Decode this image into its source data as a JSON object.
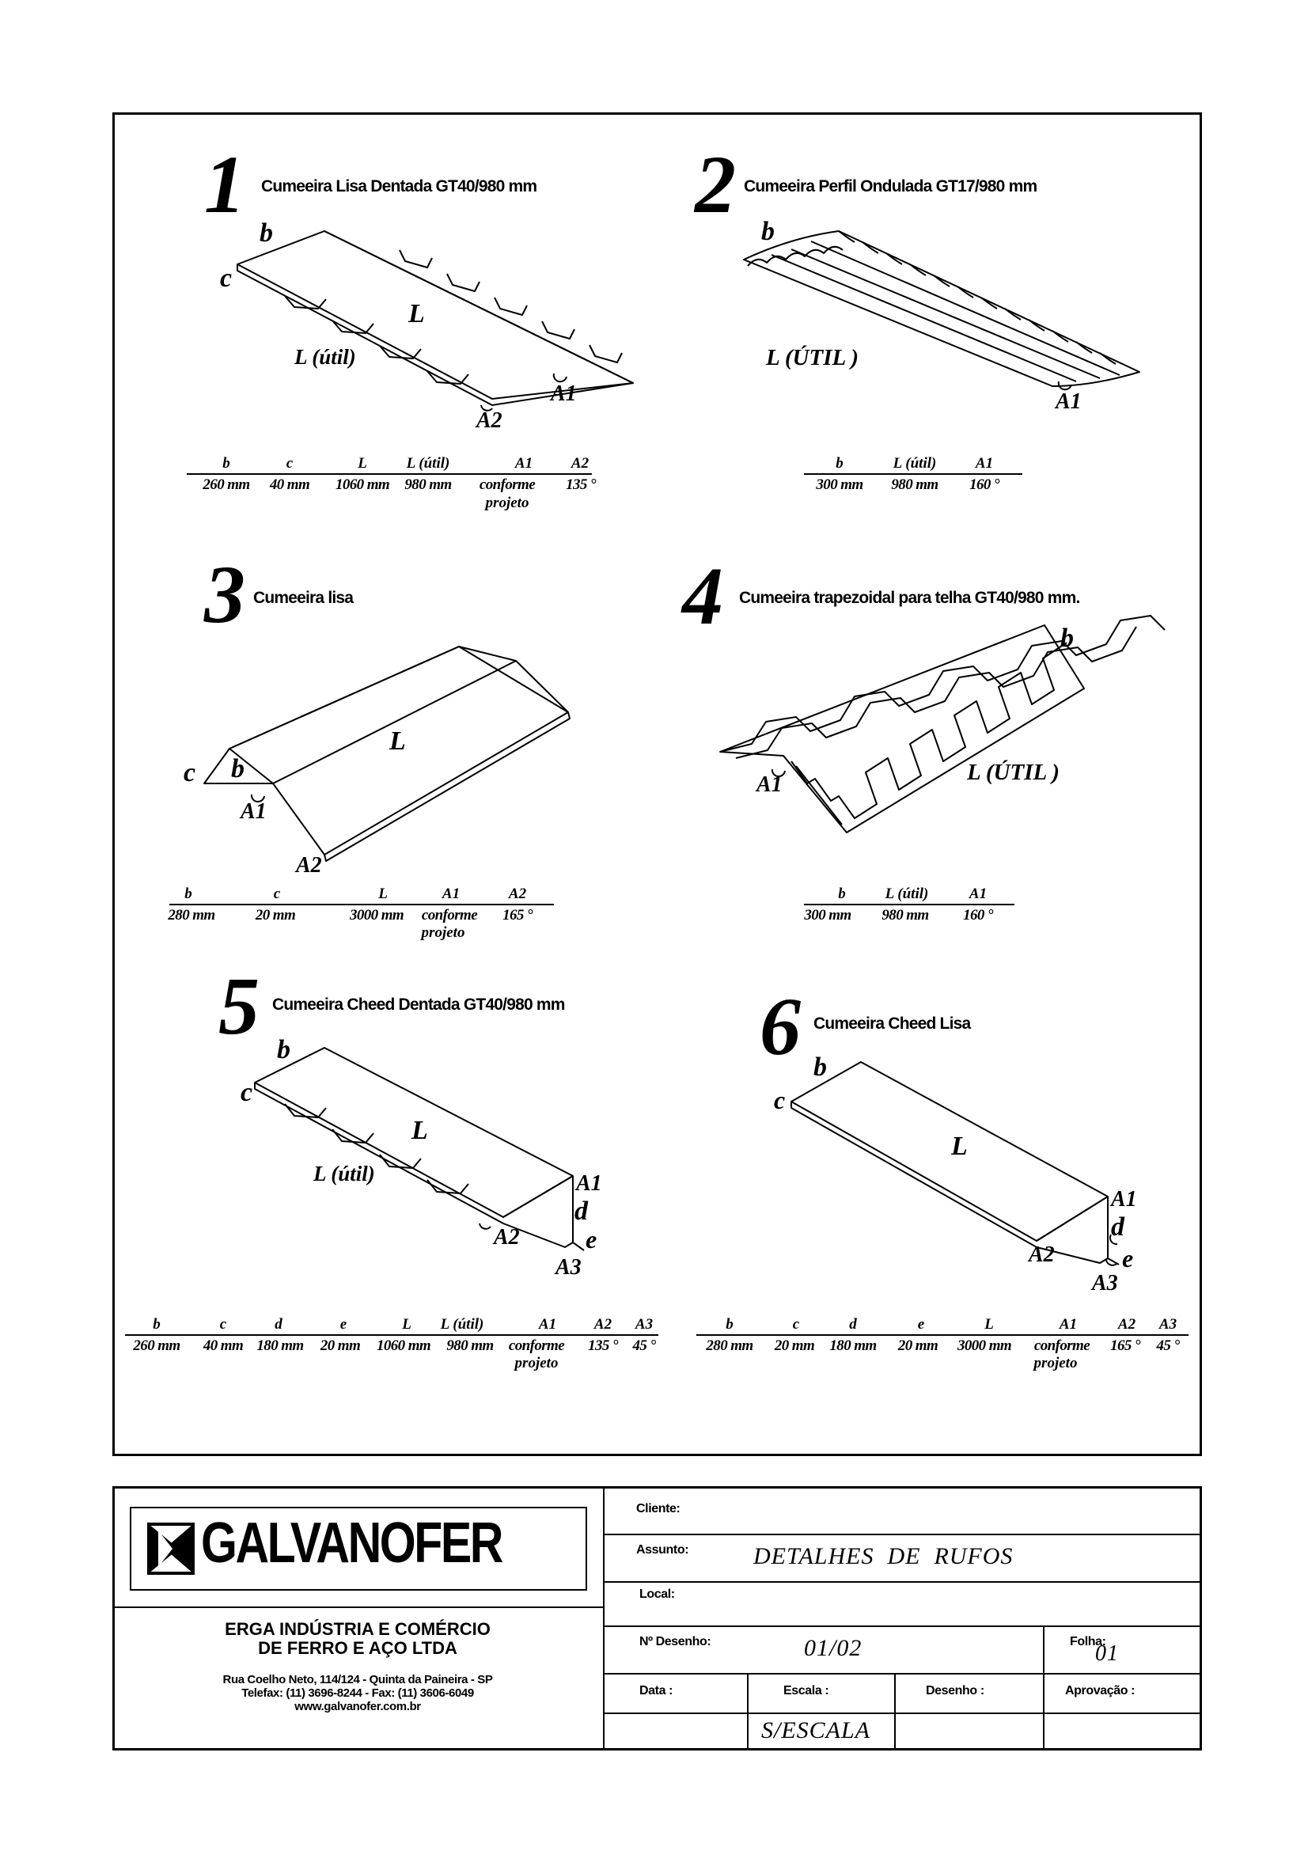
{
  "items": [
    {
      "number": "1",
      "title": "Cumeeira Lisa Dentada GT40/980 mm",
      "labels": {
        "b": "b",
        "c": "c",
        "L": "L",
        "L_util": "L (útil)",
        "A1": "A1",
        "A2": "A2"
      },
      "headers": [
        "b",
        "c",
        "L",
        "L (útil)",
        "A1",
        "A2"
      ],
      "values": [
        "260 mm",
        "40 mm",
        "1060 mm",
        "980 mm",
        "conforme",
        "135 °"
      ],
      "note": "projeto"
    },
    {
      "number": "2",
      "title": "Cumeeira Perfil Ondulada GT17/980 mm",
      "labels": {
        "b": "b",
        "L_util": "L (ÚTIL )",
        "A1": "A1"
      },
      "headers": [
        "b",
        "L (útil)",
        "A1"
      ],
      "values": [
        "300 mm",
        "980 mm",
        "160 °"
      ]
    },
    {
      "number": "3",
      "title": "Cumeeira lisa",
      "labels": {
        "c": "c",
        "b": "b",
        "L": "L",
        "A1": "A1",
        "A2": "A2"
      },
      "headers": [
        "b",
        "c",
        "L",
        "A1",
        "A2"
      ],
      "values": [
        "280 mm",
        "20 mm",
        "3000 mm",
        "conforme",
        "165 °"
      ],
      "note": "projeto"
    },
    {
      "number": "4",
      "title": "Cumeeira trapezoidal para telha GT40/980 mm.",
      "labels": {
        "b": "b",
        "L_util": "L (ÚTIL )",
        "A1": "A1"
      },
      "headers": [
        "b",
        "L (útil)",
        "A1"
      ],
      "values": [
        "300 mm",
        "980 mm",
        "160 °"
      ]
    },
    {
      "number": "5",
      "title": "Cumeeira Cheed Dentada GT40/980 mm",
      "labels": {
        "b": "b",
        "c": "c",
        "L": "L",
        "L_util": "L (útil)",
        "A1": "A1",
        "A2": "A2",
        "d": "d",
        "e": "e",
        "A3": "A3"
      },
      "headers": [
        "b",
        "c",
        "d",
        "e",
        "L",
        "L (útil)",
        "A1",
        "A2",
        "A3"
      ],
      "values": [
        "260 mm",
        "40 mm",
        "180 mm",
        "20 mm",
        "1060 mm",
        "980 mm",
        "conforme",
        "135 °",
        "45 °"
      ],
      "note": "projeto"
    },
    {
      "number": "6",
      "title": "Cumeeira Cheed Lisa",
      "labels": {
        "b": "b",
        "c": "c",
        "L": "L",
        "A1": "A1",
        "A2": "A2",
        "d": "d",
        "e": "e",
        "A3": "A3"
      },
      "headers": [
        "b",
        "c",
        "d",
        "e",
        "L",
        "A1",
        "A2",
        "A3"
      ],
      "values": [
        "280 mm",
        "20 mm",
        "180 mm",
        "20 mm",
        "3000 mm",
        "conforme",
        "165 °",
        "45 °"
      ],
      "note": "projeto"
    }
  ],
  "titleblock": {
    "logo_text": "GALVANOFER",
    "company_line1": "ERGA INDÚSTRIA E COMÉRCIO",
    "company_line2": "DE FERRO E AÇO LTDA",
    "address": "Rua Coelho Neto, 114/124 - Quinta da Paineira - SP",
    "phone": "Telefax: (11) 3696-8244 - Fax: (11) 3606-6049",
    "website": "www.galvanofer.com.br",
    "cliente_label": "Cliente:",
    "assunto_label": "Assunto:",
    "assunto_value": "DETALHES  DE  RUFOS",
    "local_label": "Local:",
    "ndesenho_label": "Nº Desenho:",
    "ndesenho_value": "01/02",
    "folha_label": "Folha:",
    "folha_value": "01",
    "data_label": "Data :",
    "escala_label": "Escala :",
    "escala_value": "S/ESCALA",
    "desenho_label": "Desenho :",
    "aprovacao_label": "Aprovação :"
  }
}
